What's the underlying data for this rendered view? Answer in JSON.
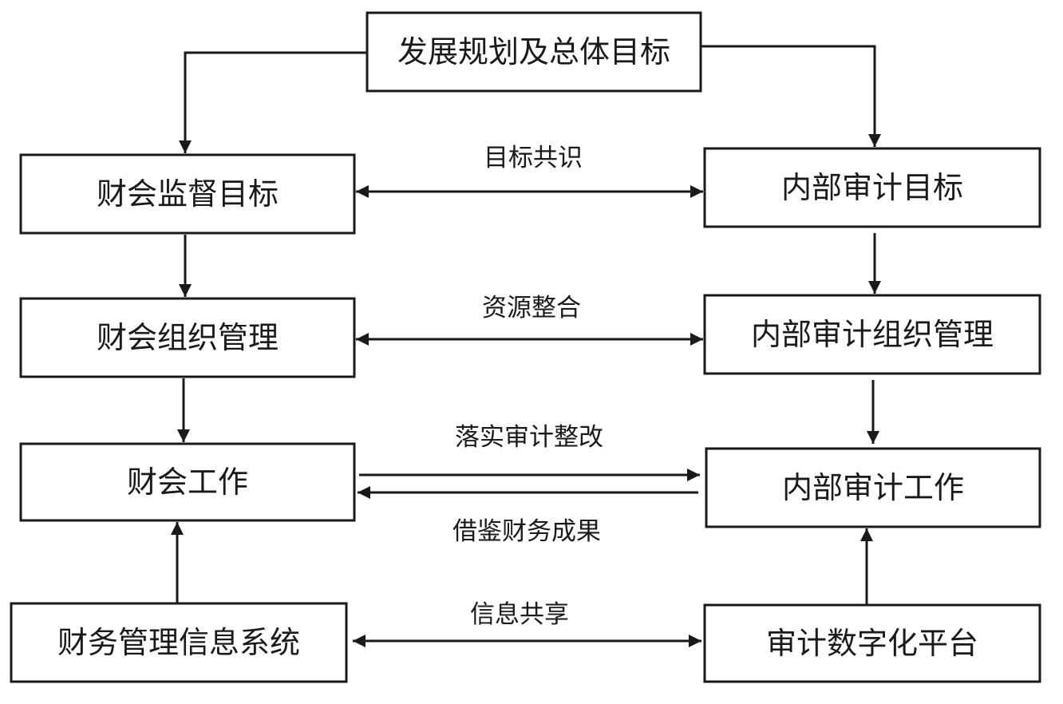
{
  "nodes": {
    "top": {
      "label": "发展规划及总体目标"
    },
    "fin_goal": {
      "label": "财会监督目标"
    },
    "audit_goal": {
      "label": "内部审计目标"
    },
    "fin_org": {
      "label": "财会组织管理"
    },
    "audit_org": {
      "label": "内部审计组织管理"
    },
    "fin_work": {
      "label": "财会工作"
    },
    "audit_work": {
      "label": "内部审计工作"
    },
    "fin_system": {
      "label": "财务管理信息系统"
    },
    "audit_platform": {
      "label": "审计数字化平台"
    }
  },
  "edges": {
    "goal_consensus": {
      "label": "目标共识"
    },
    "resource_integration": {
      "label": "资源整合"
    },
    "rectification": {
      "label": "落实审计整改"
    },
    "learn_results": {
      "label": "借鉴财务成果"
    },
    "info_sharing": {
      "label": "信息共享"
    }
  },
  "colors": {
    "line": "#1a1a1a",
    "background": "#ffffff"
  }
}
